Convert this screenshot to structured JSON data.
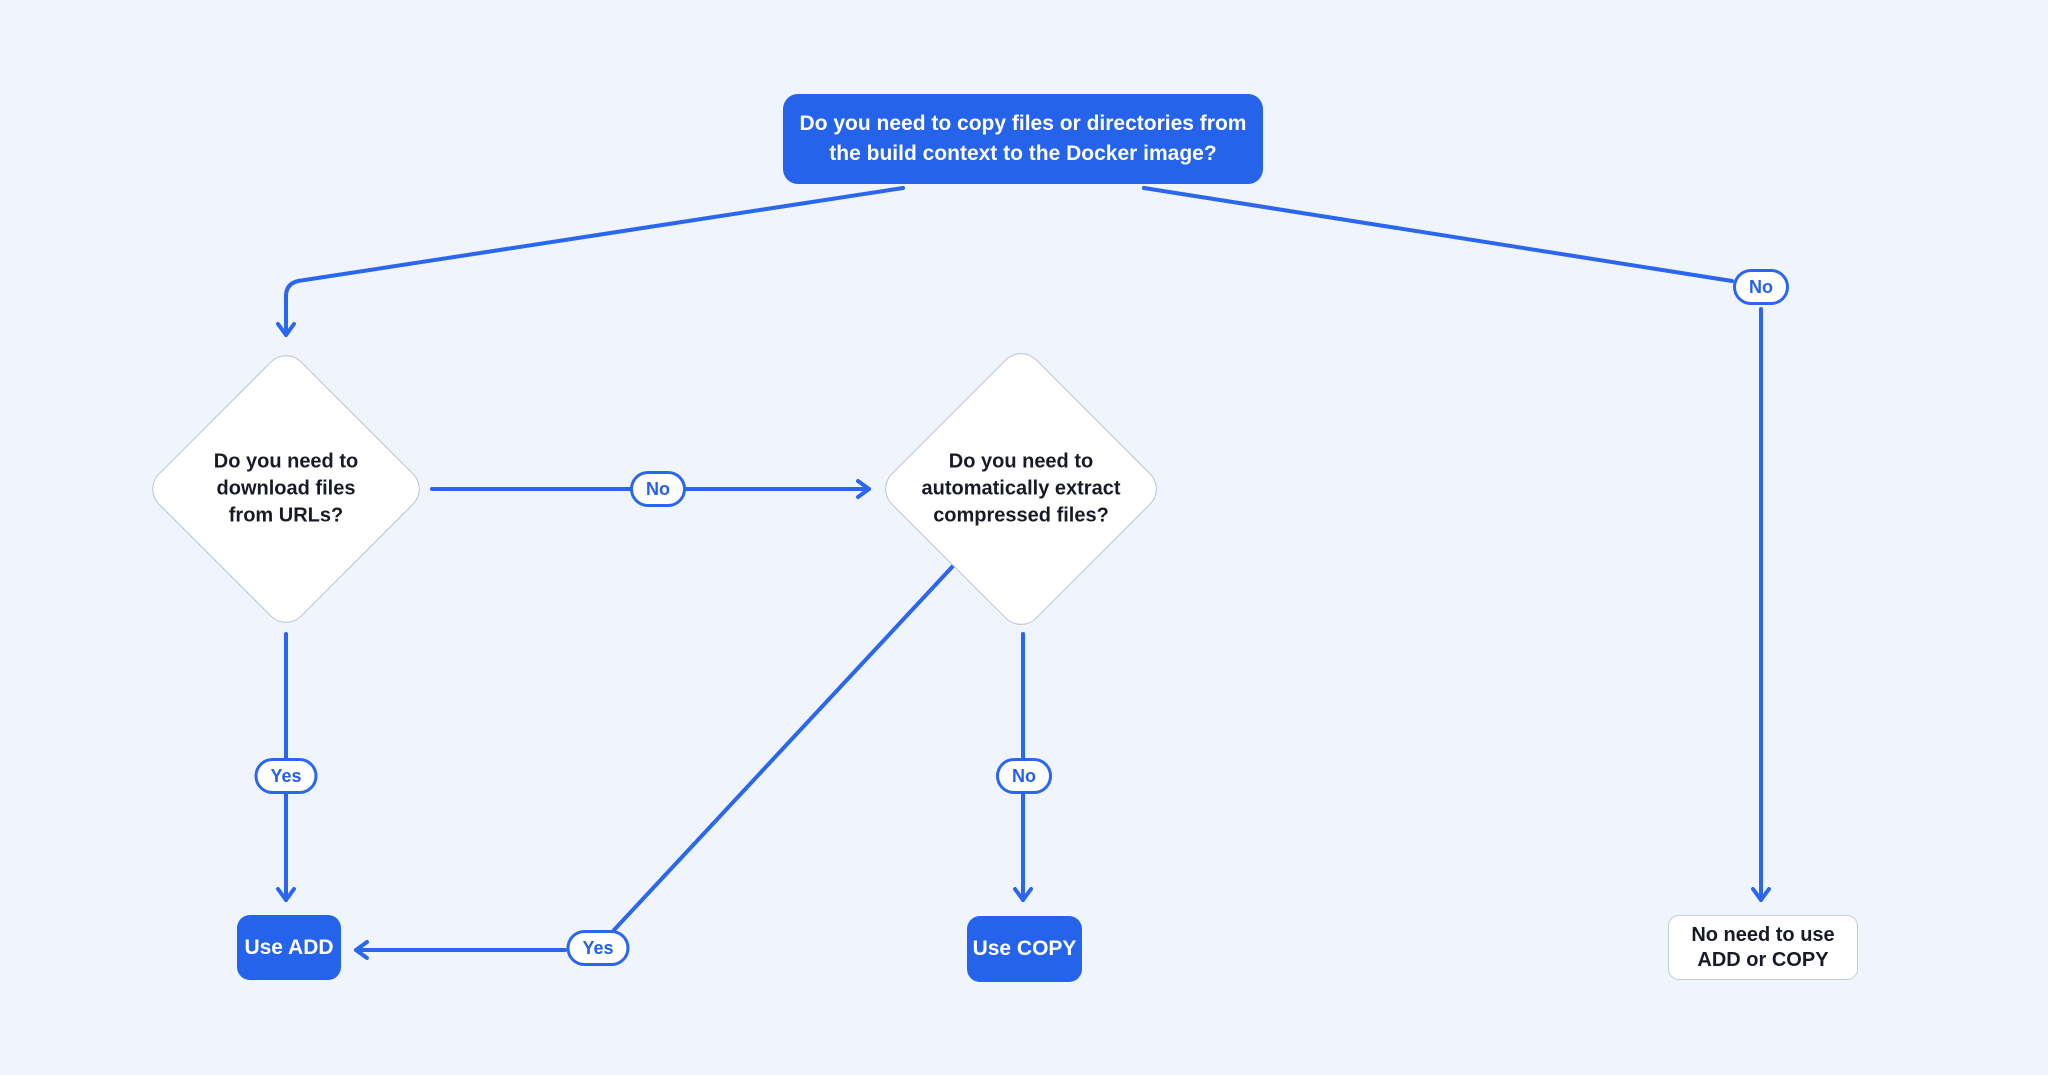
{
  "diagram": {
    "title": "Docker ADD vs COPY decision flowchart",
    "colors": {
      "background": "#f0f4fc",
      "accent_blue": "#2563eb",
      "line_blue": "#2b66ee",
      "diamond_border": "#b9c3d3",
      "dark_text": "#171b23",
      "white": "#ffffff"
    },
    "nodes": {
      "start": {
        "label": "Do you need to copy files or directories from\nthe build context to the Docker image?",
        "type": "process"
      },
      "q_download": {
        "label": "Do you need to\ndownload files\nfrom URLs?",
        "type": "decision"
      },
      "q_extract": {
        "label": "Do you need to\nautomatically extract\ncompressed files?",
        "type": "decision"
      },
      "use_add": {
        "label": "Use ADD",
        "type": "result"
      },
      "use_copy": {
        "label": "Use COPY",
        "type": "result"
      },
      "no_need": {
        "label": "No need to use\nADD or COPY",
        "type": "result"
      }
    },
    "edge_labels": {
      "start_to_download_yes_implicit": "",
      "download_no": "No",
      "download_yes": "Yes",
      "extract_yes": "Yes",
      "extract_no": "No",
      "start_no": "No"
    }
  }
}
